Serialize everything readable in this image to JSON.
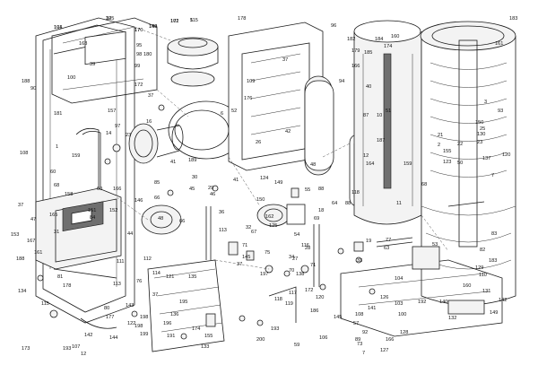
{
  "diagram": {
    "callouts": [
      "101",
      "105",
      "170",
      "169",
      "171",
      "5",
      "178",
      "96",
      "182",
      "183",
      "163",
      "95",
      "98",
      "99",
      "180",
      "179",
      "185",
      "184",
      "174",
      "160",
      "161",
      "100",
      "166",
      "188",
      "90",
      "39",
      "37",
      "94",
      "172",
      "37",
      "109",
      "176",
      "52",
      "3",
      "157",
      "40",
      "93",
      "181",
      "97",
      "14",
      "6",
      "16",
      "1",
      "108",
      "42",
      "189",
      "41",
      "87",
      "10",
      "51",
      "25",
      "23",
      "29",
      "26",
      "159",
      "124",
      "55",
      "88",
      "187",
      "60",
      "69",
      "68",
      "158",
      "37",
      "47",
      "48",
      "66",
      "44",
      "113",
      "54",
      "116",
      "118",
      "11",
      "120",
      "123",
      "7",
      "68",
      "164",
      "159",
      "153",
      "165",
      "31",
      "167",
      "161",
      "53",
      "41",
      "45",
      "46",
      "36",
      "188",
      "130",
      "21",
      "2",
      "22",
      "23",
      "50",
      "137",
      "155",
      "150",
      "151",
      "152",
      "149",
      "150",
      "162",
      "18",
      "64",
      "88",
      "84",
      "85",
      "30",
      "60",
      "166",
      "146",
      "66",
      "32",
      "71",
      "67",
      "48",
      "12",
      "19",
      "183",
      "83",
      "82",
      "125",
      "145",
      "75",
      "37",
      "34",
      "27",
      "28",
      "70",
      "71",
      "33",
      "77",
      "63",
      "138",
      "172",
      "197",
      "118",
      "119",
      "117",
      "120",
      "111",
      "112",
      "114",
      "121",
      "135",
      "141",
      "108",
      "104",
      "103",
      "100",
      "140",
      "132",
      "128",
      "129",
      "160",
      "110",
      "131",
      "142",
      "149",
      "136",
      "195",
      "196",
      "191",
      "198",
      "199",
      "198",
      "200",
      "186",
      "145",
      "57",
      "89",
      "92",
      "106",
      "59",
      "193",
      "73",
      "7",
      "113",
      "76",
      "80",
      "177",
      "143",
      "122",
      "115",
      "142",
      "107",
      "144",
      "173",
      "37",
      "126",
      "127",
      "166",
      "174",
      "155",
      "134",
      "133",
      "192",
      "193",
      "12",
      "81",
      "178",
      "194",
      "32",
      "17",
      "148",
      "102",
      "115"
    ]
  }
}
